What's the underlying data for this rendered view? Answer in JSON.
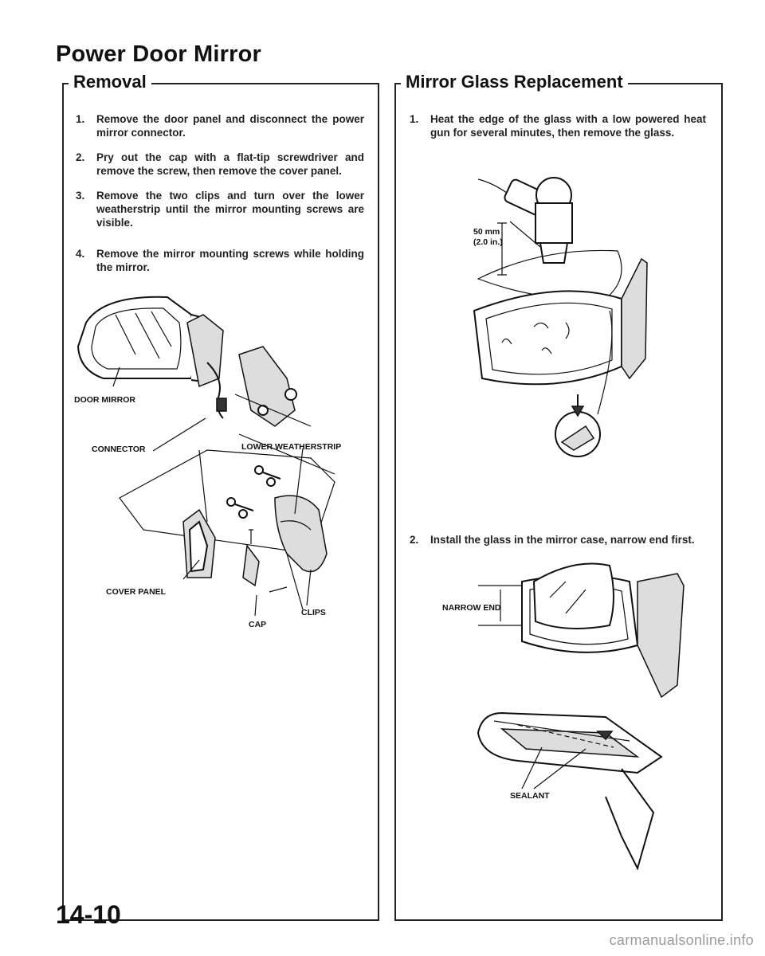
{
  "page": {
    "title": "Power Door Mirror",
    "page_number": "14-10",
    "watermark": "carmanualsonline.info"
  },
  "removal": {
    "heading": "Removal",
    "steps": [
      {
        "num": "1.",
        "text": "Remove the door panel and disconnect the power mirror connector."
      },
      {
        "num": "2.",
        "text": "Pry out the cap with a flat-tip screwdriver and remove the screw, then remove the cover panel."
      },
      {
        "num": "3.",
        "text": "Remove the two clips and turn over the lower weatherstrip until the mirror mounting screws are visible."
      },
      {
        "num": "4.",
        "text": "Remove the mirror mounting screws while holding the mirror."
      }
    ],
    "callouts": {
      "door_mirror": "DOOR MIRROR",
      "connector": "CONNECTOR",
      "lower_weatherstrip": "LOWER WEATHERSTRIP",
      "cover_panel": "COVER PANEL",
      "clips": "CLIPS",
      "cap": "CAP"
    }
  },
  "glass": {
    "heading": "Mirror Glass Replacement",
    "steps": [
      {
        "num": "1.",
        "text": "Heat the edge of the glass with a low powered heat gun for several minutes, then remove the glass."
      },
      {
        "num": "2.",
        "text": "Install the glass in the mirror case, narrow end first."
      }
    ],
    "callouts": {
      "distance_mm": "50 mm",
      "distance_in": "(2.0 in.)",
      "narrow_end": "NARROW END",
      "sealant": "SEALANT"
    }
  }
}
